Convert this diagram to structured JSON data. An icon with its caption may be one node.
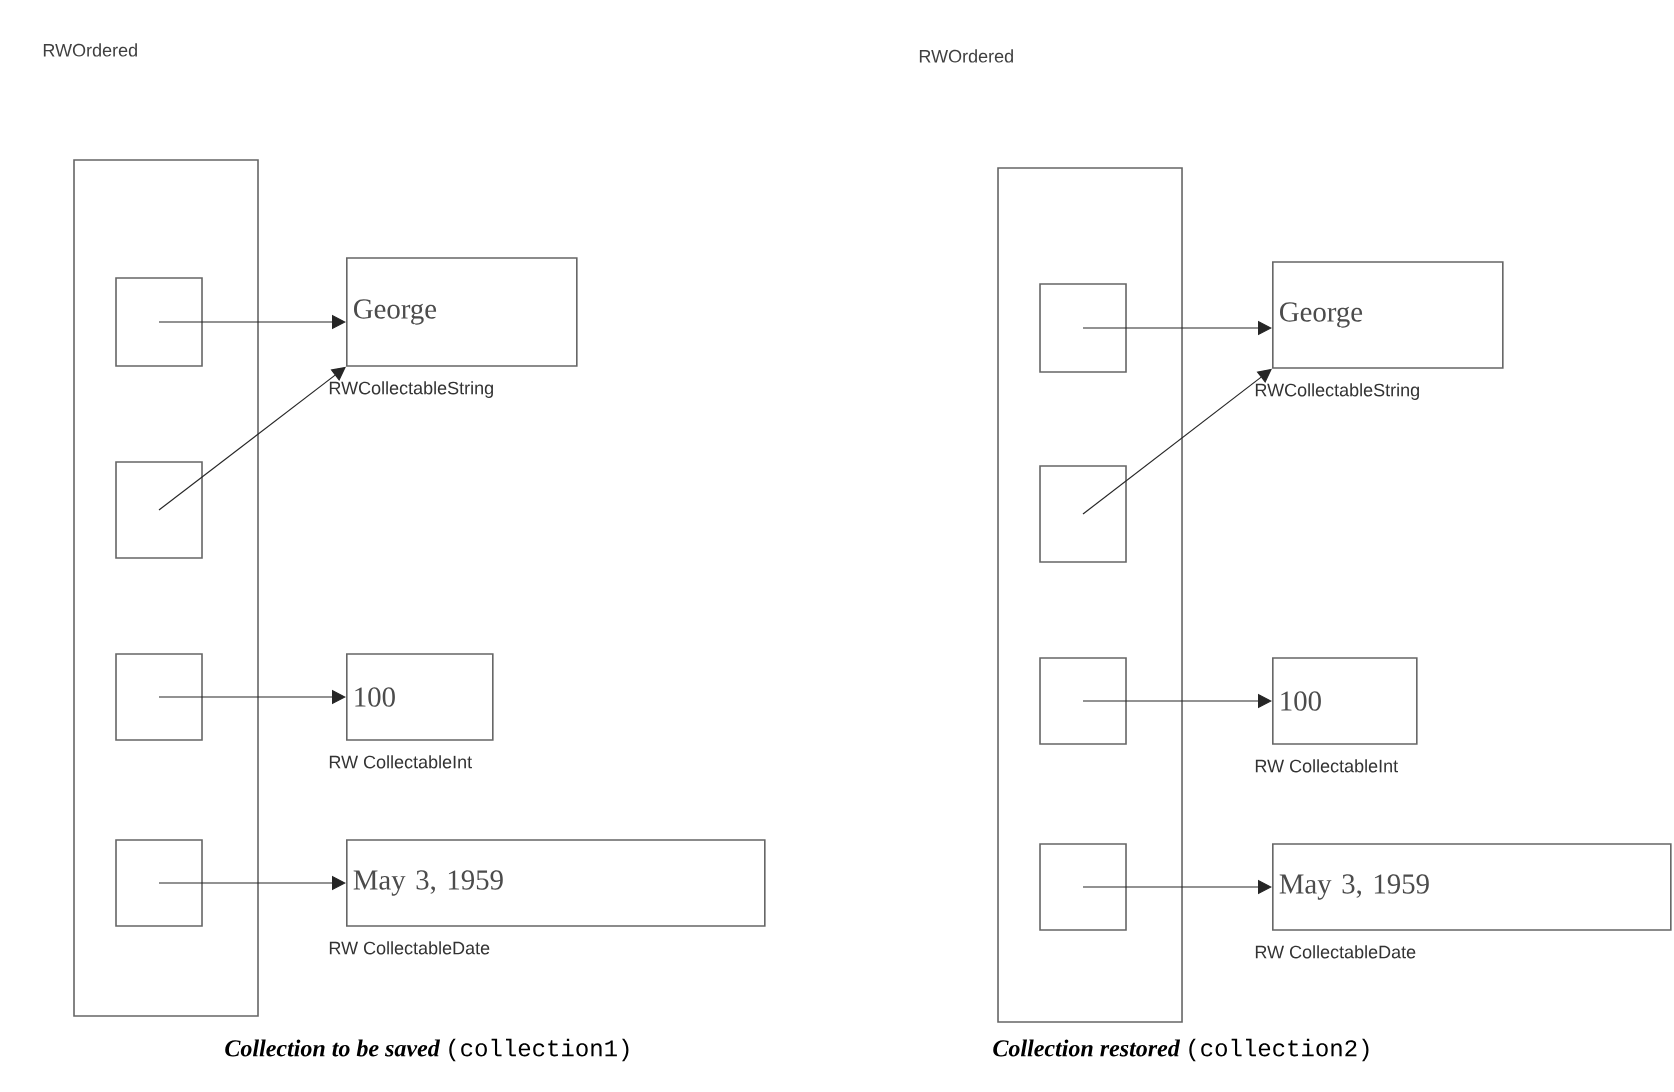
{
  "diagram": {
    "nodes": [
      {
        "text": [],
        "shape": "box"
      },
      {
        "text": [],
        "shape": "box",
        "in": 0
      },
      {
        "text": [],
        "shape": "box",
        "in": 0
      },
      {
        "text": [],
        "shape": "box",
        "in": 0
      },
      {
        "text": [],
        "shape": "box",
        "in": 0
      },
      {
        "text": [
          "George"
        ],
        "beside": [
          "RWCollectableString"
        ]
      },
      {
        "text": [
          "100"
        ],
        "beside": [
          "RW CollectableInt"
        ]
      },
      {
        "text": [
          "May 3, 1959"
        ],
        "beside": [
          "RW CollectableDate"
        ]
      },
      {
        "text": [],
        "shape": "box"
      },
      {
        "text": [],
        "shape": "box",
        "in": 8
      },
      {
        "text": [],
        "shape": "box",
        "in": 8
      },
      {
        "text": [],
        "shape": "box",
        "in": 8
      },
      {
        "text": [],
        "shape": "box",
        "in": 8
      },
      {
        "text": [
          "George"
        ],
        "beside": [
          "RWCollectableString"
        ]
      },
      {
        "text": [
          "100"
        ],
        "beside": [
          "RW CollectableInt"
        ]
      },
      {
        "text": [
          "May 3, 1959"
        ],
        "beside": [
          "RW CollectableDate"
        ]
      }
    ],
    "edges": [
      {
        "from": 1,
        "to": 5,
        "arrow": "to"
      },
      {
        "from": 2,
        "to": 5,
        "arrow": "to"
      },
      {
        "from": 3,
        "to": 6,
        "arrow": "to"
      },
      {
        "from": 4,
        "to": 7,
        "arrow": "to"
      },
      {
        "from": 9,
        "to": 13,
        "arrow": "to"
      },
      {
        "from": 10,
        "to": 13,
        "arrow": "to"
      },
      {
        "from": 11,
        "to": 14,
        "arrow": "to"
      },
      {
        "from": 12,
        "to": 15,
        "arrow": "to"
      }
    ],
    "labels": [
      "RWOrdered",
      "RWOrdered",
      "Collection to be saved",
      "(collection1)",
      "Collection restored",
      "(collection2)"
    ]
  }
}
